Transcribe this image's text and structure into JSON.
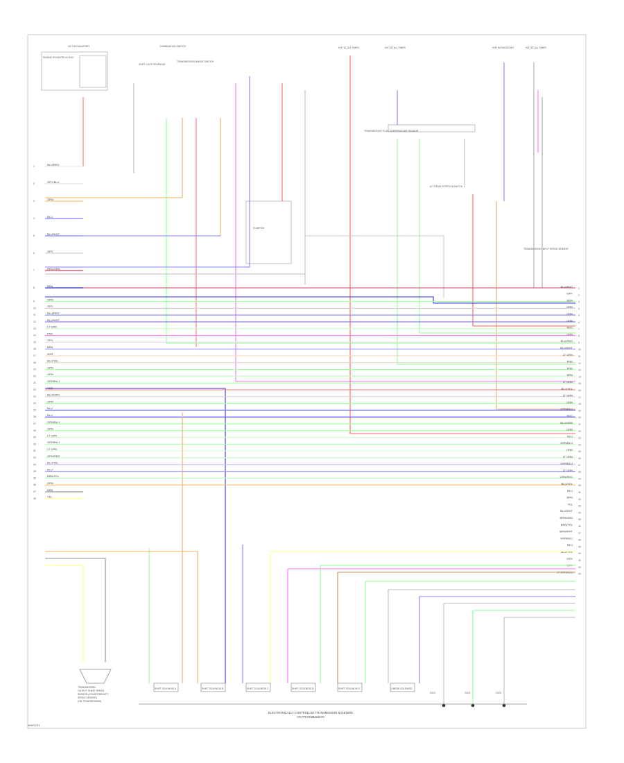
{
  "page_code": "4M6Y7E1",
  "bottom_title": [
    "ELECTRONICALLY CONTROLLED TRANSMISSION SOLENOID",
    "ON TRANSMISSION"
  ],
  "top_labels": [
    "HOT IN RUN/START",
    "COMBINATION SWITCH",
    "HOT AT ALL TIMES",
    "HOT AT ALL TIMES",
    "HOT IN RUN/START",
    "HOT AT ALL TIMES"
  ],
  "component_labels": [
    "ENGINE ROOM RELAY BOX",
    "SHIFT LOCK SOLENOID",
    "TRANSMISSION RANGE SWITCH",
    "ECM/PCM",
    "TRANSMISSION FLUID TEMPERATURE SENSOR",
    "A/T GEAR POSITION SWITCH",
    "TRANSMISSION INPUT SPEED SENSOR"
  ],
  "left_wires": [
    {
      "label": "BLU/RED",
      "color": "#e8e8e8"
    },
    {
      "label": "GRY/BLU",
      "color": "#e8e8e8"
    },
    {
      "label": "ORN",
      "color": "#f0c070"
    },
    {
      "label": "BLU",
      "color": "#8080ff"
    },
    {
      "label": "BLU/WHT",
      "color": "#8080ff"
    },
    {
      "label": "GRY",
      "color": "#cfcfcf"
    },
    {
      "label": "RED/GRN",
      "color": "#d04060"
    },
    {
      "label": "BRN",
      "color": "#3030d0"
    },
    {
      "label": "GRN",
      "color": "#a0ffa0"
    },
    {
      "label": "GRY",
      "color": "#cfcfcf"
    },
    {
      "label": "BLU/RED",
      "color": "#8080ff"
    },
    {
      "label": "BLU/WHT",
      "color": "#8080ff"
    },
    {
      "label": "LT GRN",
      "color": "#c0ffc0"
    },
    {
      "label": "PNK",
      "color": "#ff80ff"
    },
    {
      "label": "GRY",
      "color": "#e0e0e0"
    },
    {
      "label": "BRN",
      "color": "#a0a0ff"
    },
    {
      "label": "WHT",
      "color": "#f0e0c0"
    },
    {
      "label": "BLU/YEL",
      "color": "#e0d0c0"
    },
    {
      "label": "GRN",
      "color": "#a0ffa0"
    },
    {
      "label": "GRN",
      "color": "#c0ffc0"
    },
    {
      "label": "GRN/BLU",
      "color": "#a0ffa0"
    },
    {
      "label": "RED",
      "color": "#ff9090"
    },
    {
      "label": "BLU/GRN",
      "color": "#d0d0d0"
    },
    {
      "label": "GRN",
      "color": "#a0ffa0"
    },
    {
      "label": "BLU",
      "color": "#8080ff"
    },
    {
      "label": "BLU",
      "color": "#5050ff"
    },
    {
      "label": "GRN/BLU",
      "color": "#a0ffa0"
    },
    {
      "label": "GRN",
      "color": "#90ff90"
    },
    {
      "label": "LT GRN",
      "color": "#d0ffd0"
    },
    {
      "label": "GRN/BLU",
      "color": "#b0ffb0"
    },
    {
      "label": "LT GRN",
      "color": "#d0ffd0"
    },
    {
      "label": "GRN/RED",
      "color": "#c0ffc0"
    },
    {
      "label": "BLU/YEL",
      "color": "#c0c0ff"
    },
    {
      "label": "BLU",
      "color": "#a0a0ff"
    },
    {
      "label": "BRN/YEL",
      "color": "#c0ffc0"
    },
    {
      "label": "ORN",
      "color": "#f0c070"
    },
    {
      "label": "BRN",
      "color": "#909090"
    },
    {
      "label": "YEL",
      "color": "#ffff80"
    }
  ],
  "right_wires": [
    "BLU/RED",
    "GRY",
    "BRN",
    "GRN",
    "GRN",
    "GRN",
    "RED",
    "GRN",
    "BLU/RED",
    "BLU/WHT",
    "LT GRN",
    "PNK",
    "PNK",
    "BRN",
    "LT GRN",
    "BLU/YEL",
    "LT GRN",
    "GRN",
    "GRN/BLU",
    "RED",
    "BLU/GRN",
    "GRN",
    "BLU",
    "GRN/BLU",
    "GRN",
    "LT GRN",
    "GRN/BLU",
    "LT GRN",
    "GRN/RED",
    "BLU/YEL",
    "BLU",
    "BRN",
    "YEL",
    "BLU/WHT",
    "BRN/GRN",
    "BRN/YEL",
    "BRN/WHT",
    "GRN/BLU",
    "BLU",
    "BLU/YEL",
    "GRY",
    "GRY",
    "LT GRN/BLU"
  ],
  "solenoid_labels": [
    "SHIFT SOLENOID A",
    "SHIFT SOLENOID B",
    "SHIFT SOLENOID C",
    "SHIFT SOLENOID D",
    "SHIFT SOLENOID E",
    "LINEAR SOLENOID"
  ],
  "ground_labels": [
    "G101",
    "G102",
    "G103"
  ],
  "bottom_left_component": [
    "TRANSMISSION",
    "OUTPUT SHAFT SPEED",
    "SENSOR (COUNTERSHAFT",
    "SPEED SENSOR)",
    "(ON TRANSMISSION)"
  ]
}
